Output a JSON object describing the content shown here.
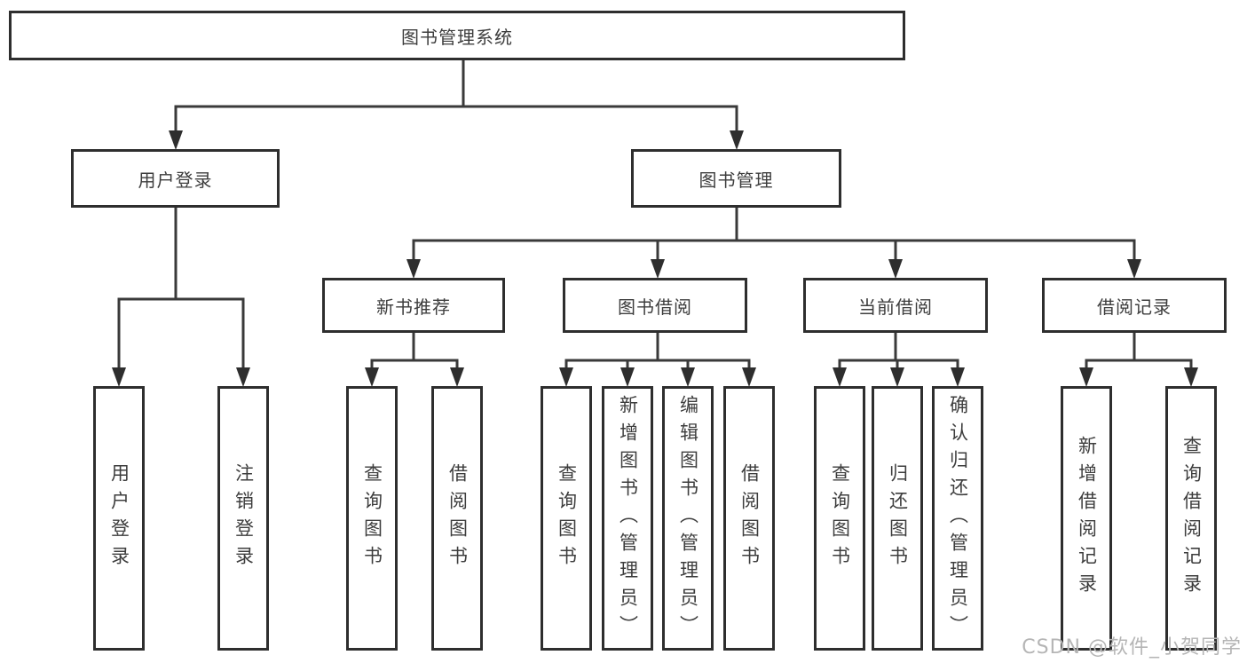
{
  "diagram": {
    "root": {
      "label": "图书管理系统"
    },
    "level2": [
      {
        "label": "用户登录"
      },
      {
        "label": "图书管理"
      }
    ],
    "level3": [
      {
        "label": "新书推荐"
      },
      {
        "label": "图书借阅"
      },
      {
        "label": "当前借阅"
      },
      {
        "label": "借阅记录"
      }
    ],
    "leaves": {
      "user_login": "用户登录",
      "logout": "注销登录",
      "rec_query_books": "查询图书",
      "rec_borrow_books": "借阅图书",
      "bor_query_books": "查询图书",
      "bor_add_books": "新增图书（管理员）",
      "bor_edit_books": "编辑图书（管理员）",
      "bor_borrow_books": "借阅图书",
      "cur_query_books": "查询图书",
      "cur_return_books": "归还图书",
      "cur_confirm_return": "确认归还（管理员）",
      "log_add_record": "新增借阅记录",
      "log_query_record": "查询借阅记录"
    },
    "watermark": "CSDN @软件_小贺同学",
    "colors": {
      "line": "#3a3a3a",
      "border": "#2e2e2e",
      "text": "#3d3d3d",
      "watermark": "#b5b5b5"
    }
  }
}
